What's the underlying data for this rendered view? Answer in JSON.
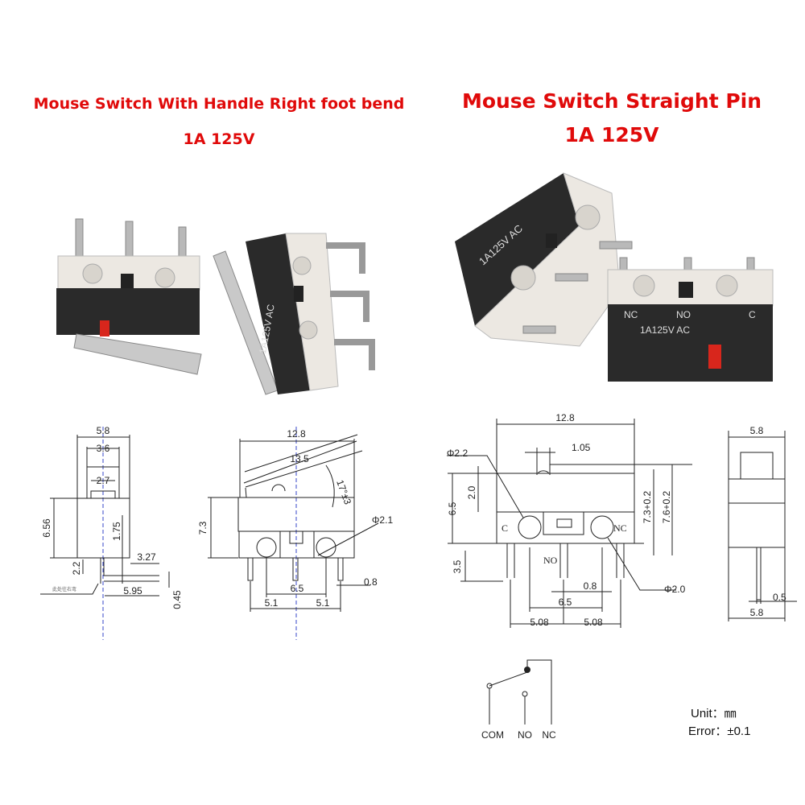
{
  "titles": {
    "left_line1": "Mouse Switch With Handle Right foot bend",
    "left_line2": "1A 125V",
    "right_line1": "Mouse Switch Straight Pin",
    "right_line2": "1A 125V",
    "color": "#e00a0a"
  },
  "photo_markings": {
    "rating": "1A125V AC",
    "c": "C",
    "no": "NO",
    "nc": "NC"
  },
  "drawing_handle_side": {
    "width": "5.8",
    "button_width": "3.6",
    "actuator_width": "2.7",
    "body_height": "6.56",
    "offset": "1.75",
    "lever_offset": "3.27",
    "pin_height": "2.2",
    "lever_length": "5.95",
    "lever_thickness": "0.45",
    "note": "此处往右弯"
  },
  "drawing_handle_front": {
    "length": "12.8",
    "lever_length": "13.5",
    "angle": "17°±3",
    "height": "7.3",
    "hole": "Φ2.1",
    "hole_pitch": "6.5",
    "pin_pitch_left": "5.1",
    "pin_pitch_right": "5.1",
    "pin_width": "0.8"
  },
  "drawing_straight_front": {
    "length": "12.8",
    "hole_c": "Φ2.2",
    "button_width": "1.05",
    "body_height": "6.5",
    "hole_offset": "2.0",
    "height_a": "7.3+0.2",
    "height_b": "7.6+0.2",
    "pin_length": "3.5",
    "pin_width": "0.8",
    "hole_pitch": "6.5",
    "pin_pitch_left": "5.08",
    "pin_pitch_right": "5.08",
    "hole_nc": "Φ2.0",
    "label_c": "C",
    "label_no": "NO",
    "label_nc": "NC"
  },
  "drawing_straight_side": {
    "width": "5.8",
    "pin_width": "0.5",
    "bottom_width": "5.8"
  },
  "schematic": {
    "com": "COM",
    "no": "NO",
    "nc": "NC"
  },
  "notes": {
    "unit": "Unit：㎜",
    "error": "Error：±0.1"
  }
}
